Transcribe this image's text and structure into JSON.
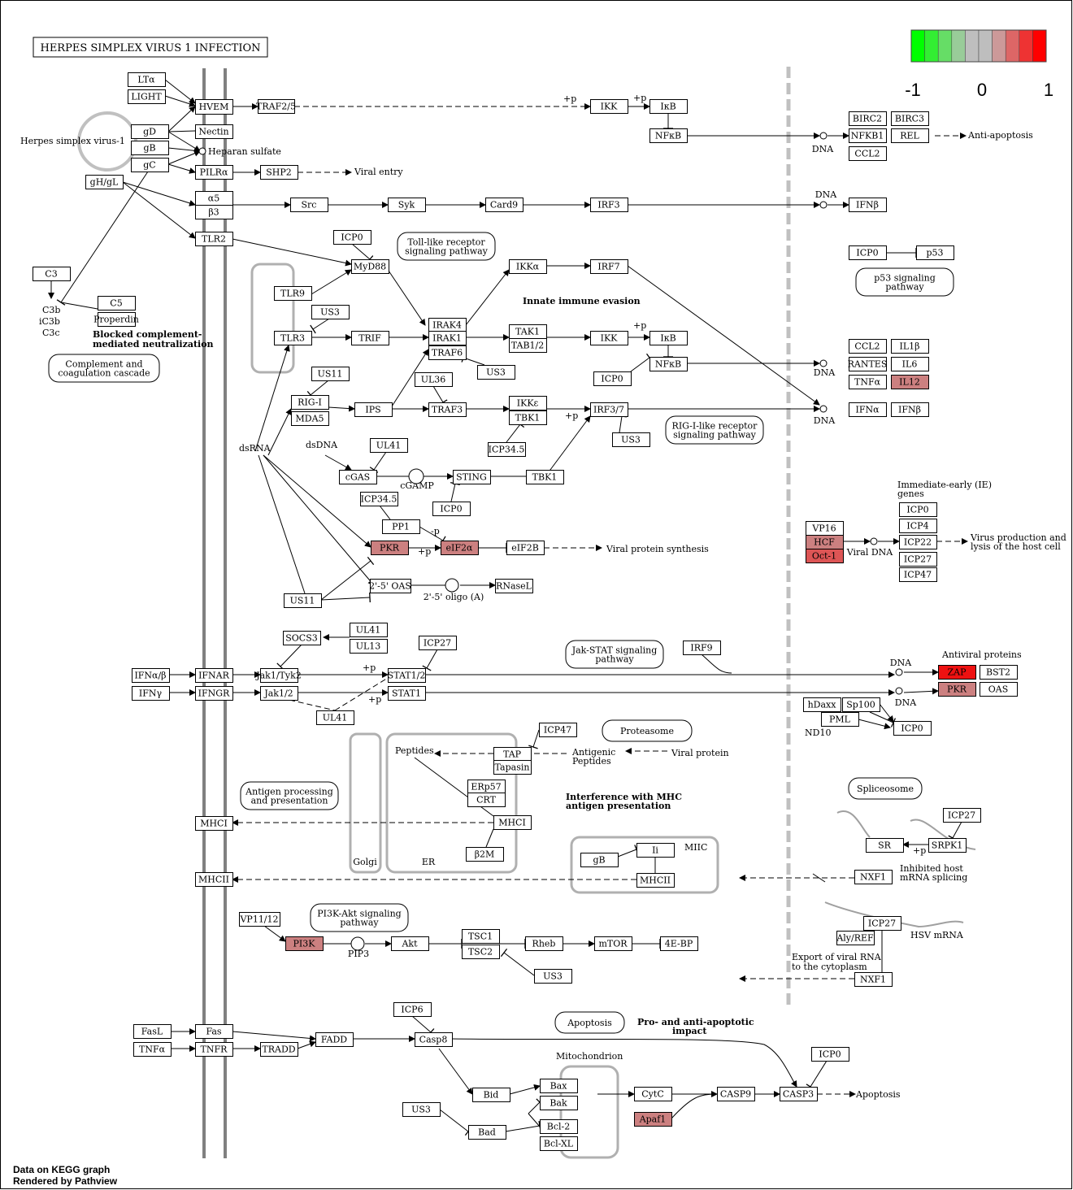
{
  "title": "HERPES SIMPLEX VIRUS 1 INFECTION",
  "legend": {
    "colors": [
      "#00ff00",
      "#33ee33",
      "#66dd66",
      "#99cc99",
      "#bebebe",
      "#bebebe",
      "#cc9999",
      "#dd6666",
      "#ee3333",
      "#ff0000"
    ],
    "labels": [
      "-1",
      "0",
      "1"
    ]
  },
  "footer": [
    "Data on KEGG graph",
    "Rendered by Pathview"
  ],
  "nodes": [
    {
      "id": "LTa",
      "label": "LTα",
      "fill": "#ffffff"
    },
    {
      "id": "LIGHT",
      "label": "LIGHT",
      "fill": "#ffffff"
    },
    {
      "id": "HVEM",
      "label": "HVEM",
      "fill": "#ffffff"
    },
    {
      "id": "TRAF25",
      "label": "TRAF2/5",
      "fill": "#ffffff"
    },
    {
      "id": "IKK_top",
      "label": "IKK",
      "fill": "#ffffff"
    },
    {
      "id": "IkB_top",
      "label": "IκB",
      "fill": "#ffffff"
    },
    {
      "id": "NFkB_top",
      "label": "NFκB",
      "fill": "#ffffff"
    },
    {
      "id": "BIRC2",
      "label": "BIRC2",
      "fill": "#ffffff"
    },
    {
      "id": "BIRC3",
      "label": "BIRC3",
      "fill": "#ffffff"
    },
    {
      "id": "NFKB1",
      "label": "NFKB1",
      "fill": "#ffffff"
    },
    {
      "id": "REL",
      "label": "REL",
      "fill": "#ffffff"
    },
    {
      "id": "CCL2_top",
      "label": "CCL2",
      "fill": "#ffffff"
    },
    {
      "id": "gD",
      "label": "gD",
      "fill": "#ffffff"
    },
    {
      "id": "gB",
      "label": "gB",
      "fill": "#ffffff"
    },
    {
      "id": "gC",
      "label": "gC",
      "fill": "#ffffff"
    },
    {
      "id": "gHgL",
      "label": "gH/gL",
      "fill": "#ffffff"
    },
    {
      "id": "Nectin",
      "label": "Nectin",
      "fill": "#ffffff"
    },
    {
      "id": "PILRa",
      "label": "PILRα",
      "fill": "#ffffff"
    },
    {
      "id": "SHP2",
      "label": "SHP2",
      "fill": "#ffffff"
    },
    {
      "id": "a5",
      "label": "α5",
      "fill": "#ffffff"
    },
    {
      "id": "b3",
      "label": "β3",
      "fill": "#ffffff"
    },
    {
      "id": "Src",
      "label": "Src",
      "fill": "#ffffff"
    },
    {
      "id": "Syk",
      "label": "Syk",
      "fill": "#ffffff"
    },
    {
      "id": "Card9",
      "label": "Card9",
      "fill": "#ffffff"
    },
    {
      "id": "IRF3",
      "label": "IRF3",
      "fill": "#ffffff"
    },
    {
      "id": "IFNb_top",
      "label": "IFNβ",
      "fill": "#ffffff"
    },
    {
      "id": "TLR2",
      "label": "TLR2",
      "fill": "#ffffff"
    },
    {
      "id": "ICP0_myd",
      "label": "ICP0",
      "fill": "#ffffff"
    },
    {
      "id": "MyD88",
      "label": "MyD88",
      "fill": "#ffffff"
    },
    {
      "id": "ICP0_p53",
      "label": "ICP0",
      "fill": "#ffffff"
    },
    {
      "id": "p53",
      "label": "p53",
      "fill": "#ffffff"
    },
    {
      "id": "C3",
      "label": "C3",
      "fill": "#ffffff"
    },
    {
      "id": "C5",
      "label": "C5",
      "fill": "#ffffff"
    },
    {
      "id": "Properdin",
      "label": "Properdin",
      "fill": "#ffffff"
    },
    {
      "id": "TLR9",
      "label": "TLR9",
      "fill": "#ffffff"
    },
    {
      "id": "US3_a",
      "label": "US3",
      "fill": "#ffffff"
    },
    {
      "id": "TLR3",
      "label": "TLR3",
      "fill": "#ffffff"
    },
    {
      "id": "TRIF",
      "label": "TRIF",
      "fill": "#ffffff"
    },
    {
      "id": "IRAK4",
      "label": "IRAK4",
      "fill": "#ffffff"
    },
    {
      "id": "IRAK1",
      "label": "IRAK1",
      "fill": "#ffffff"
    },
    {
      "id": "TRAF6",
      "label": "TRAF6",
      "fill": "#ffffff"
    },
    {
      "id": "US3_b",
      "label": "US3",
      "fill": "#ffffff"
    },
    {
      "id": "IKKa",
      "label": "IKKα",
      "fill": "#ffffff"
    },
    {
      "id": "IRF7",
      "label": "IRF7",
      "fill": "#ffffff"
    },
    {
      "id": "TAK1",
      "label": "TAK1",
      "fill": "#ffffff"
    },
    {
      "id": "TAB12",
      "label": "TAB1/2",
      "fill": "#ffffff"
    },
    {
      "id": "IKK_mid",
      "label": "IKK",
      "fill": "#ffffff"
    },
    {
      "id": "IkB_mid",
      "label": "IκB",
      "fill": "#ffffff"
    },
    {
      "id": "NFkB_mid",
      "label": "NFκB",
      "fill": "#ffffff"
    },
    {
      "id": "ICP0_nfkb",
      "label": "ICP0",
      "fill": "#ffffff"
    },
    {
      "id": "CCL2_mid",
      "label": "CCL2",
      "fill": "#ffffff"
    },
    {
      "id": "IL1b",
      "label": "IL1β",
      "fill": "#ffffff"
    },
    {
      "id": "RANTES",
      "label": "RANTES",
      "fill": "#ffffff"
    },
    {
      "id": "IL6",
      "label": "IL6",
      "fill": "#ffffff"
    },
    {
      "id": "TNFa_mid",
      "label": "TNFα",
      "fill": "#ffffff"
    },
    {
      "id": "IL12",
      "label": "IL12",
      "fill": "#cc8080"
    },
    {
      "id": "US11_a",
      "label": "US11",
      "fill": "#ffffff"
    },
    {
      "id": "UL36",
      "label": "UL36",
      "fill": "#ffffff"
    },
    {
      "id": "RIGI",
      "label": "RIG-I",
      "fill": "#ffffff"
    },
    {
      "id": "MDA5",
      "label": "MDA5",
      "fill": "#ffffff"
    },
    {
      "id": "IPS",
      "label": "IPS",
      "fill": "#ffffff"
    },
    {
      "id": "TRAF3",
      "label": "TRAF3",
      "fill": "#ffffff"
    },
    {
      "id": "IKKe",
      "label": "IKKε",
      "fill": "#ffffff"
    },
    {
      "id": "TBK1_a",
      "label": "TBK1",
      "fill": "#ffffff"
    },
    {
      "id": "IRF37",
      "label": "IRF3/7",
      "fill": "#ffffff"
    },
    {
      "id": "US3_c",
      "label": "US3",
      "fill": "#ffffff"
    },
    {
      "id": "IFNa",
      "label": "IFNα",
      "fill": "#ffffff"
    },
    {
      "id": "IFNb_mid",
      "label": "IFNβ",
      "fill": "#ffffff"
    },
    {
      "id": "ICP345_a",
      "label": "ICP34.5",
      "fill": "#ffffff"
    },
    {
      "id": "UL41_a",
      "label": "UL41",
      "fill": "#ffffff"
    },
    {
      "id": "cGAS",
      "label": "cGAS",
      "fill": "#ffffff"
    },
    {
      "id": "STING",
      "label": "STING",
      "fill": "#ffffff"
    },
    {
      "id": "TBK1_b",
      "label": "TBK1",
      "fill": "#ffffff"
    },
    {
      "id": "ICP0_sting",
      "label": "ICP0",
      "fill": "#ffffff"
    },
    {
      "id": "ICP345_b",
      "label": "ICP34.5",
      "fill": "#ffffff"
    },
    {
      "id": "PP1",
      "label": "PP1",
      "fill": "#ffffff"
    },
    {
      "id": "PKR_a",
      "label": "PKR",
      "fill": "#cc8080"
    },
    {
      "id": "eIF2a",
      "label": "eIF2α",
      "fill": "#cc8080"
    },
    {
      "id": "eIF2B",
      "label": "eIF2B",
      "fill": "#ffffff"
    },
    {
      "id": "OAS25",
      "label": "2'-5' OAS",
      "fill": "#ffffff"
    },
    {
      "id": "RNaseL",
      "label": "RNaseL",
      "fill": "#ffffff"
    },
    {
      "id": "US11_b",
      "label": "US11",
      "fill": "#ffffff"
    },
    {
      "id": "VP16",
      "label": "VP16",
      "fill": "#ffffff"
    },
    {
      "id": "HCF",
      "label": "HCF",
      "fill": "#cc8080"
    },
    {
      "id": "Oct1",
      "label": "Oct-1",
      "fill": "#dd5555"
    },
    {
      "id": "ICP0_ie",
      "label": "ICP0",
      "fill": "#ffffff"
    },
    {
      "id": "ICP4",
      "label": "ICP4",
      "fill": "#ffffff"
    },
    {
      "id": "ICP22",
      "label": "ICP22",
      "fill": "#ffffff"
    },
    {
      "id": "ICP27_ie",
      "label": "ICP27",
      "fill": "#ffffff"
    },
    {
      "id": "ICP47_ie",
      "label": "ICP47",
      "fill": "#ffffff"
    },
    {
      "id": "SOCS3",
      "label": "SOCS3",
      "fill": "#ffffff"
    },
    {
      "id": "UL41_b",
      "label": "UL41",
      "fill": "#ffffff"
    },
    {
      "id": "UL13",
      "label": "UL13",
      "fill": "#ffffff"
    },
    {
      "id": "ICP27_jak",
      "label": "ICP27",
      "fill": "#ffffff"
    },
    {
      "id": "IRF9",
      "label": "IRF9",
      "fill": "#ffffff"
    },
    {
      "id": "IFNab",
      "label": "IFNα/β",
      "fill": "#ffffff"
    },
    {
      "id": "IFNAR",
      "label": "IFNAR",
      "fill": "#ffffff"
    },
    {
      "id": "Jak1Tyk2",
      "label": "Jak1/Tyk2",
      "fill": "#ffffff"
    },
    {
      "id": "STAT12",
      "label": "STAT1/2",
      "fill": "#ffffff"
    },
    {
      "id": "ZAP",
      "label": "ZAP",
      "fill": "#ee1111"
    },
    {
      "id": "BST2",
      "label": "BST2",
      "fill": "#ffffff"
    },
    {
      "id": "IFNg",
      "label": "IFNγ",
      "fill": "#ffffff"
    },
    {
      "id": "IFNGR",
      "label": "IFNGR",
      "fill": "#ffffff"
    },
    {
      "id": "Jak12",
      "label": "Jak1/2",
      "fill": "#ffffff"
    },
    {
      "id": "STAT1",
      "label": "STAT1",
      "fill": "#ffffff"
    },
    {
      "id": "PKR_b",
      "label": "PKR",
      "fill": "#cc8080"
    },
    {
      "id": "OAS",
      "label": "OAS",
      "fill": "#ffffff"
    },
    {
      "id": "UL41_c",
      "label": "UL41",
      "fill": "#ffffff"
    },
    {
      "id": "hDaxx",
      "label": "hDaxx",
      "fill": "#ffffff"
    },
    {
      "id": "Sp100",
      "label": "Sp100",
      "fill": "#ffffff"
    },
    {
      "id": "PML",
      "label": "PML",
      "fill": "#ffffff"
    },
    {
      "id": "ICP0_pml",
      "label": "ICP0",
      "fill": "#ffffff"
    },
    {
      "id": "ICP47_tap",
      "label": "ICP47",
      "fill": "#ffffff"
    },
    {
      "id": "TAP",
      "label": "TAP",
      "fill": "#ffffff"
    },
    {
      "id": "Tapasin",
      "label": "Tapasin",
      "fill": "#ffffff"
    },
    {
      "id": "ERp57",
      "label": "ERp57",
      "fill": "#ffffff"
    },
    {
      "id": "CRT",
      "label": "CRT",
      "fill": "#ffffff"
    },
    {
      "id": "MHCI_er",
      "label": "MHCI",
      "fill": "#ffffff"
    },
    {
      "id": "b2M",
      "label": "β2M",
      "fill": "#ffffff"
    },
    {
      "id": "MHCI_mem",
      "label": "MHCI",
      "fill": "#ffffff"
    },
    {
      "id": "MHCII_mem",
      "label": "MHCII",
      "fill": "#ffffff"
    },
    {
      "id": "gB_miic",
      "label": "gB",
      "fill": "#ffffff"
    },
    {
      "id": "Ii",
      "label": "Ii",
      "fill": "#ffffff"
    },
    {
      "id": "MHCII_miic",
      "label": "MHCII",
      "fill": "#ffffff"
    },
    {
      "id": "ICP27_srpk",
      "label": "ICP27",
      "fill": "#ffffff"
    },
    {
      "id": "SR",
      "label": "SR",
      "fill": "#ffffff"
    },
    {
      "id": "SRPK1",
      "label": "SRPK1",
      "fill": "#ffffff"
    },
    {
      "id": "NXF1_a",
      "label": "NXF1",
      "fill": "#ffffff"
    },
    {
      "id": "ICP27_aly",
      "label": "ICP27",
      "fill": "#ffffff"
    },
    {
      "id": "AlyREF",
      "label": "Aly/REF",
      "fill": "#ffffff"
    },
    {
      "id": "NXF1_b",
      "label": "NXF1",
      "fill": "#ffffff"
    },
    {
      "id": "VP1112",
      "label": "VP11/12",
      "fill": "#ffffff"
    },
    {
      "id": "PI3K",
      "label": "PI3K",
      "fill": "#cc8080"
    },
    {
      "id": "Akt",
      "label": "Akt",
      "fill": "#ffffff"
    },
    {
      "id": "TSC1",
      "label": "TSC1",
      "fill": "#ffffff"
    },
    {
      "id": "TSC2",
      "label": "TSC2",
      "fill": "#ffffff"
    },
    {
      "id": "Rheb",
      "label": "Rheb",
      "fill": "#ffffff"
    },
    {
      "id": "mTOR",
      "label": "mTOR",
      "fill": "#ffffff"
    },
    {
      "id": "4EBP",
      "label": "4E-BP",
      "fill": "#ffffff"
    },
    {
      "id": "US3_d",
      "label": "US3",
      "fill": "#ffffff"
    },
    {
      "id": "ICP6",
      "label": "ICP6",
      "fill": "#ffffff"
    },
    {
      "id": "FasL",
      "label": "FasL",
      "fill": "#ffffff"
    },
    {
      "id": "Fas",
      "label": "Fas",
      "fill": "#ffffff"
    },
    {
      "id": "TNFa_bot",
      "label": "TNFα",
      "fill": "#ffffff"
    },
    {
      "id": "TNFR",
      "label": "TNFR",
      "fill": "#ffffff"
    },
    {
      "id": "TRADD",
      "label": "TRADD",
      "fill": "#ffffff"
    },
    {
      "id": "FADD",
      "label": "FADD",
      "fill": "#ffffff"
    },
    {
      "id": "Casp8",
      "label": "Casp8",
      "fill": "#ffffff"
    },
    {
      "id": "Bid",
      "label": "Bid",
      "fill": "#ffffff"
    },
    {
      "id": "Bax",
      "label": "Bax",
      "fill": "#ffffff"
    },
    {
      "id": "Bak",
      "label": "Bak",
      "fill": "#ffffff"
    },
    {
      "id": "US3_e",
      "label": "US3",
      "fill": "#ffffff"
    },
    {
      "id": "Bad",
      "label": "Bad",
      "fill": "#ffffff"
    },
    {
      "id": "Bcl2",
      "label": "Bcl-2",
      "fill": "#ffffff"
    },
    {
      "id": "BclXL",
      "label": "Bcl-XL",
      "fill": "#ffffff"
    },
    {
      "id": "CytC",
      "label": "CytC",
      "fill": "#ffffff"
    },
    {
      "id": "Apaf1",
      "label": "Apaf1",
      "fill": "#cc8080"
    },
    {
      "id": "CASP9",
      "label": "CASP9",
      "fill": "#ffffff"
    },
    {
      "id": "CASP3",
      "label": "CASP3",
      "fill": "#ffffff"
    },
    {
      "id": "ICP0_casp",
      "label": "ICP0",
      "fill": "#ffffff"
    }
  ],
  "pathways": [
    {
      "id": "toll",
      "lines": [
        "Toll-like receptor",
        "signaling pathway"
      ]
    },
    {
      "id": "p53path",
      "lines": [
        "p53 signaling",
        "pathway"
      ]
    },
    {
      "id": "complement",
      "lines": [
        "Complement and",
        "coagulation cascade"
      ]
    },
    {
      "id": "riglike",
      "lines": [
        "RIG-I-like receptor",
        "signaling pathway"
      ]
    },
    {
      "id": "jakstat",
      "lines": [
        "Jak-STAT signaling",
        "pathway"
      ]
    },
    {
      "id": "proteasome",
      "lines": [
        "Proteasome"
      ]
    },
    {
      "id": "antigen",
      "lines": [
        "Antigen processing",
        "and presentation"
      ]
    },
    {
      "id": "spliceosome",
      "lines": [
        "Spliceosome"
      ]
    },
    {
      "id": "pi3k",
      "lines": [
        "PI3K-Akt signaling",
        "pathway"
      ]
    },
    {
      "id": "apoptosis",
      "lines": [
        "Apoptosis"
      ]
    }
  ],
  "labels": [
    {
      "id": "hsv1",
      "text": "Herpes simplex virus-1",
      "bold": false
    },
    {
      "id": "heparan",
      "text": "Heparan sulfate",
      "bold": false
    },
    {
      "id": "viral_entry",
      "text": "Viral entry",
      "bold": false
    },
    {
      "id": "anti_apop",
      "text": "Anti-apoptosis",
      "bold": false
    },
    {
      "id": "dna1",
      "text": "DNA",
      "bold": false
    },
    {
      "id": "dna2",
      "text": "DNA",
      "bold": false
    },
    {
      "id": "dna3",
      "text": "DNA",
      "bold": false
    },
    {
      "id": "dna4",
      "text": "DNA",
      "bold": false
    },
    {
      "id": "dna5",
      "text": "DNA",
      "bold": false
    },
    {
      "id": "dna6",
      "text": "DNA",
      "bold": false
    },
    {
      "id": "c3b",
      "text": "C3b",
      "bold": false
    },
    {
      "id": "ic3b",
      "text": "iC3b",
      "bold": false
    },
    {
      "id": "c3c",
      "text": "C3c",
      "bold": false
    },
    {
      "id": "blocked1",
      "text": "Blocked complement-",
      "bold": true
    },
    {
      "id": "blocked2",
      "text": "mediated neutralization",
      "bold": true
    },
    {
      "id": "innate",
      "text": "Innate immune evasion",
      "bold": true
    },
    {
      "id": "dsRNA",
      "text": "dsRNA",
      "bold": false
    },
    {
      "id": "dsDNA",
      "text": "dsDNA",
      "bold": false
    },
    {
      "id": "cGAMP",
      "text": "cGAMP",
      "bold": false
    },
    {
      "id": "viral_prot",
      "text": "Viral protein synthesis",
      "bold": false
    },
    {
      "id": "oligo",
      "text": "2'-5' oligo (A)",
      "bold": false
    },
    {
      "id": "ie1",
      "text": "Immediate-early (IE)",
      "bold": false
    },
    {
      "id": "ie2",
      "text": "genes",
      "bold": false
    },
    {
      "id": "viral_dna",
      "text": "Viral DNA",
      "bold": false
    },
    {
      "id": "vprod1",
      "text": "Virus production and",
      "bold": false
    },
    {
      "id": "vprod2",
      "text": "lysis of the host cell",
      "bold": false
    },
    {
      "id": "antiviral",
      "text": "Antiviral proteins",
      "bold": false
    },
    {
      "id": "nd10",
      "text": "ND10",
      "bold": false
    },
    {
      "id": "peptides",
      "text": "Peptides",
      "bold": false
    },
    {
      "id": "antigenic1",
      "text": "Antigenic",
      "bold": false
    },
    {
      "id": "antigenic2",
      "text": "Peptides",
      "bold": false
    },
    {
      "id": "viral_protein",
      "text": "Viral protein",
      "bold": false
    },
    {
      "id": "interf1",
      "text": "Interference with MHC",
      "bold": true
    },
    {
      "id": "interf2",
      "text": "antigen presentation",
      "bold": true
    },
    {
      "id": "golgi",
      "text": "Golgi",
      "bold": false
    },
    {
      "id": "er",
      "text": "ER",
      "bold": false
    },
    {
      "id": "miic",
      "text": "MIIC",
      "bold": false
    },
    {
      "id": "inhib1",
      "text": "Inhibited host",
      "bold": false
    },
    {
      "id": "inhib2",
      "text": "mRNA splicing",
      "bold": false
    },
    {
      "id": "hsvmrna",
      "text": "HSV mRNA",
      "bold": false
    },
    {
      "id": "export1",
      "text": "Export of viral RNA",
      "bold": false
    },
    {
      "id": "export2",
      "text": "to the cytoplasm",
      "bold": false
    },
    {
      "id": "pip3",
      "text": "PIP3",
      "bold": false
    },
    {
      "id": "proanti1",
      "text": "Pro- and anti-apoptotic",
      "bold": true
    },
    {
      "id": "proanti2",
      "text": "impact",
      "bold": true
    },
    {
      "id": "mito",
      "text": "Mitochondrion",
      "bold": false
    },
    {
      "id": "apoptosis_end",
      "text": "Apoptosis",
      "bold": false
    },
    {
      "id": "p1",
      "text": "+p",
      "bold": false
    },
    {
      "id": "p2",
      "text": "+p",
      "bold": false
    },
    {
      "id": "p3",
      "text": "+p",
      "bold": false
    },
    {
      "id": "p4",
      "text": "+p",
      "bold": false
    },
    {
      "id": "p5",
      "text": "-p",
      "bold": false
    },
    {
      "id": "p6",
      "text": "+p",
      "bold": false
    },
    {
      "id": "p7",
      "text": "+p",
      "bold": false
    },
    {
      "id": "p8",
      "text": "+p",
      "bold": false
    },
    {
      "id": "p9",
      "text": "+p",
      "bold": false
    }
  ]
}
